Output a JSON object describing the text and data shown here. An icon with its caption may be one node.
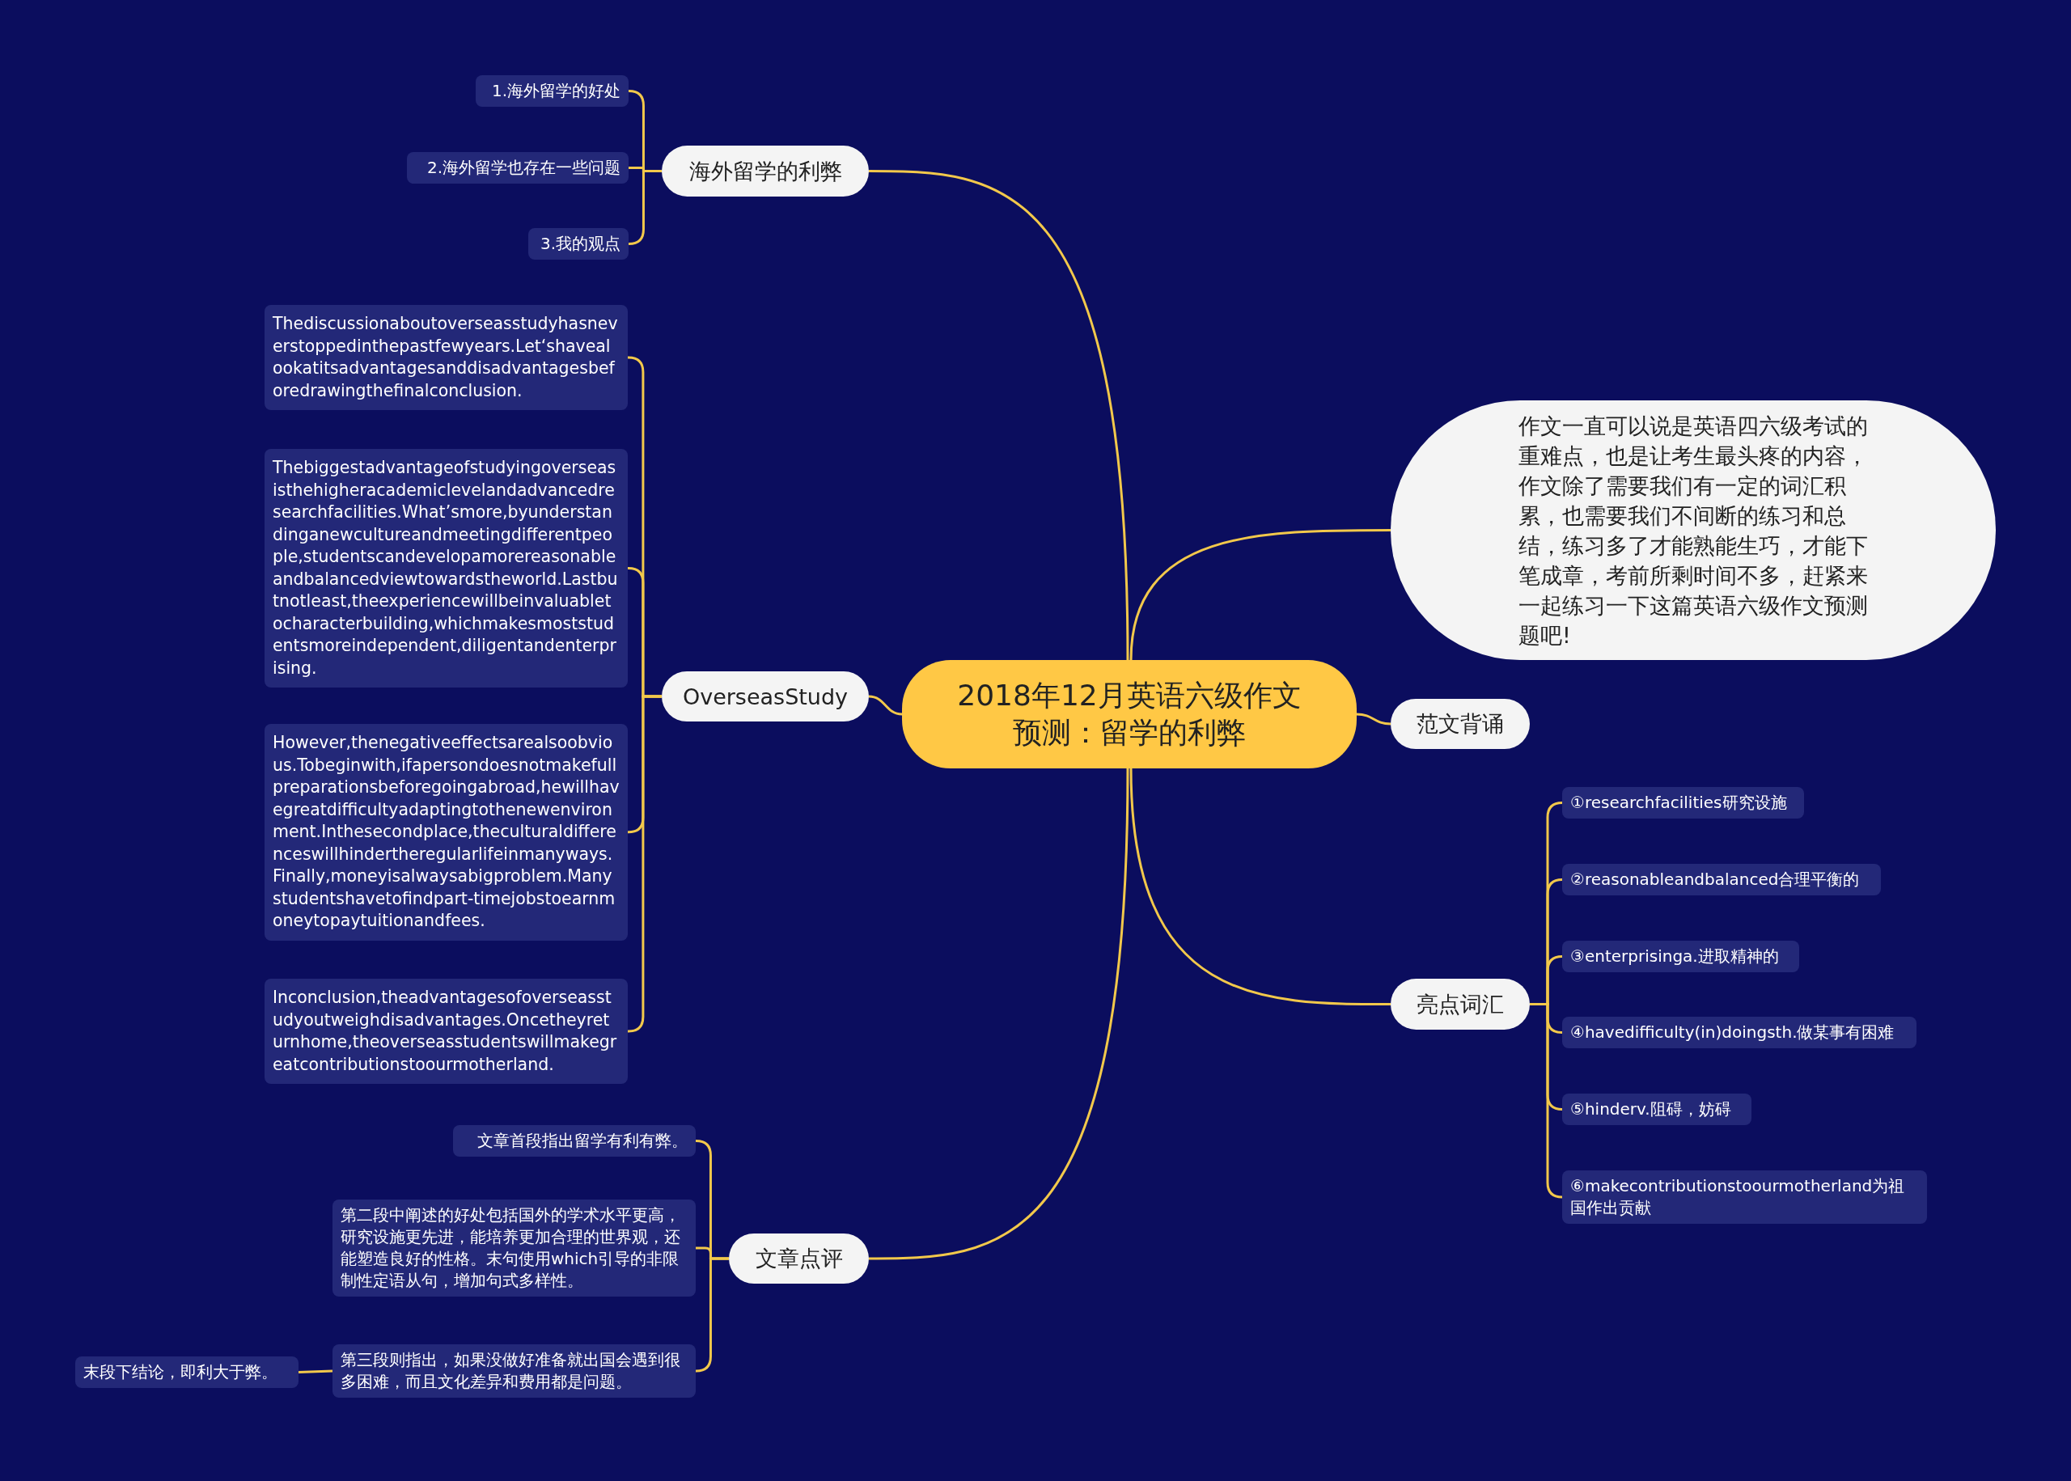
{
  "diagram": {
    "nodes": [
      {
        "text": [
          "2018年12月英语六级作文预测：留学的利弊"
        ]
      },
      {
        "text": [
          "海外留学的利弊"
        ]
      },
      {
        "text": [
          "1.海外留学的好处"
        ]
      },
      {
        "text": [
          "2.海外留学也存在一些问题"
        ]
      },
      {
        "text": [
          "3.我的观点"
        ]
      },
      {
        "text": [
          "OverseasStudy"
        ]
      },
      {
        "text": [
          "Thediscussionaboutoverseasstudyhasneverstoppedinthepastfewyears.Let‘shavealookatitsadvantagesanddisadvantagesbeforedrawingthefinalconclusion."
        ]
      },
      {
        "text": [
          "Thebiggestadvantageofstudyingoverseasisthehigheracademiclevelandadvancedresearchfacilities.What’smore,byunderstandinganewcultureandmeetingdifferentpeople,studentscandevelopamorereasonableandbalancedviewtowardstheworld.Lastbutnotleast,theexperiencewillbeinvaluabletocharacterbuilding,whichmakesmoststudentsmoreindependent,diligentandenterprising."
        ]
      },
      {
        "text": [
          "However,thenegativeeffectsarealsoobvious.Tobeginwith,ifapersondoesnotmakefullpreparationsbeforegoingabroad,hewillhavegreatdifficultyadaptingtothenewenvironment.Inthesecondplace,theculturaldifferenceswillhindertheregularlifeinmanyways.Finally,moneyisalwaysabigproblem.Manystudentshavetofindpart‐timejobstoearnmoneytopaytuitionandfees."
        ]
      },
      {
        "text": [
          "Inconclusion,theadvantagesofoverseasstudyoutweighdisadvantages.Oncetheyreturnhome,theoverseasstudentswillmakegreatcontributionstoourmotherland."
        ]
      },
      {
        "text": [
          "文章点评"
        ]
      },
      {
        "text": [
          "文章首段指出留学有利有弊。"
        ]
      },
      {
        "text": [
          "第二段中阐述的好处包括国外的学术水平更高，研究设施更先进，能培养更加合理的世界观，还能塑造良好的性格。末句使用which引导的非限制性定语从句，增加句式多样性。"
        ]
      },
      {
        "text": [
          "第三段则指出，如果没做好准备就出国会遇到很多困难，而且文化差异和费用都是问题。"
        ]
      },
      {
        "text": [
          "末段下结论，即利大于弊。"
        ]
      },
      {
        "text": [
          "作文一直可以说是英语四六级考试的重难点，也是让考生最头疼的内容，作文除了需要我们有一定的词汇积累，也需要我们不间断的练习和总结，练习多了才能熟能生巧，才能下笔成章，考前所剩时间不多，赶紧来一起练习一下这篇英语六级作文预测题吧!"
        ]
      },
      {
        "text": [
          "范文背诵"
        ]
      },
      {
        "text": [
          "亮点词汇"
        ]
      },
      {
        "text": [
          "①researchfacilities研究设施"
        ]
      },
      {
        "text": [
          "②reasonableandbalanced合理平衡的"
        ]
      },
      {
        "text": [
          "③enterprisinga.进取精神的"
        ]
      },
      {
        "text": [
          "④havedifficulty(in)doingsth.做某事有困难"
        ]
      },
      {
        "text": [
          "⑤hinderv.阻碍，妨碍"
        ]
      },
      {
        "text": [
          "⑥makecontributionstoourmotherland为祖国作出贡献"
        ]
      }
    ],
    "edges": [
      {
        "from": 0,
        "to": 1,
        "arrow": "none"
      },
      {
        "from": 1,
        "to": 2,
        "arrow": "none"
      },
      {
        "from": 1,
        "to": 3,
        "arrow": "none"
      },
      {
        "from": 1,
        "to": 4,
        "arrow": "none"
      },
      {
        "from": 0,
        "to": 5,
        "arrow": "none"
      },
      {
        "from": 5,
        "to": 6,
        "arrow": "none"
      },
      {
        "from": 5,
        "to": 7,
        "arrow": "none"
      },
      {
        "from": 5,
        "to": 8,
        "arrow": "none"
      },
      {
        "from": 5,
        "to": 9,
        "arrow": "none"
      },
      {
        "from": 0,
        "to": 10,
        "arrow": "none"
      },
      {
        "from": 10,
        "to": 11,
        "arrow": "none"
      },
      {
        "from": 10,
        "to": 12,
        "arrow": "none"
      },
      {
        "from": 10,
        "to": 13,
        "arrow": "none"
      },
      {
        "from": 13,
        "to": 14,
        "arrow": "none"
      },
      {
        "from": 0,
        "to": 15,
        "arrow": "none"
      },
      {
        "from": 0,
        "to": 16,
        "arrow": "none"
      },
      {
        "from": 0,
        "to": 17,
        "arrow": "none"
      },
      {
        "from": 17,
        "to": 18,
        "arrow": "none"
      },
      {
        "from": 17,
        "to": 19,
        "arrow": "none"
      },
      {
        "from": 17,
        "to": 20,
        "arrow": "none"
      },
      {
        "from": 17,
        "to": 21,
        "arrow": "none"
      },
      {
        "from": 17,
        "to": 22,
        "arrow": "none"
      },
      {
        "from": 17,
        "to": 23,
        "arrow": "none"
      }
    ]
  }
}
